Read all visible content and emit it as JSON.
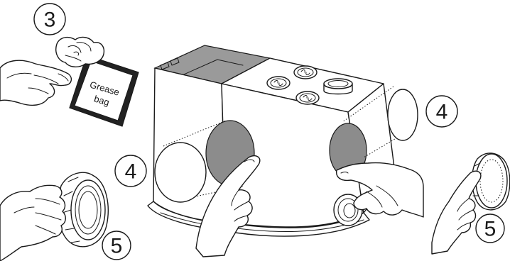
{
  "steps": {
    "step3": "3",
    "step4_left": "4",
    "step4_right": "4",
    "step5_left": "5",
    "step5_right": "5"
  },
  "grease_bag": {
    "line1": "Grease",
    "line2": "bag"
  }
}
